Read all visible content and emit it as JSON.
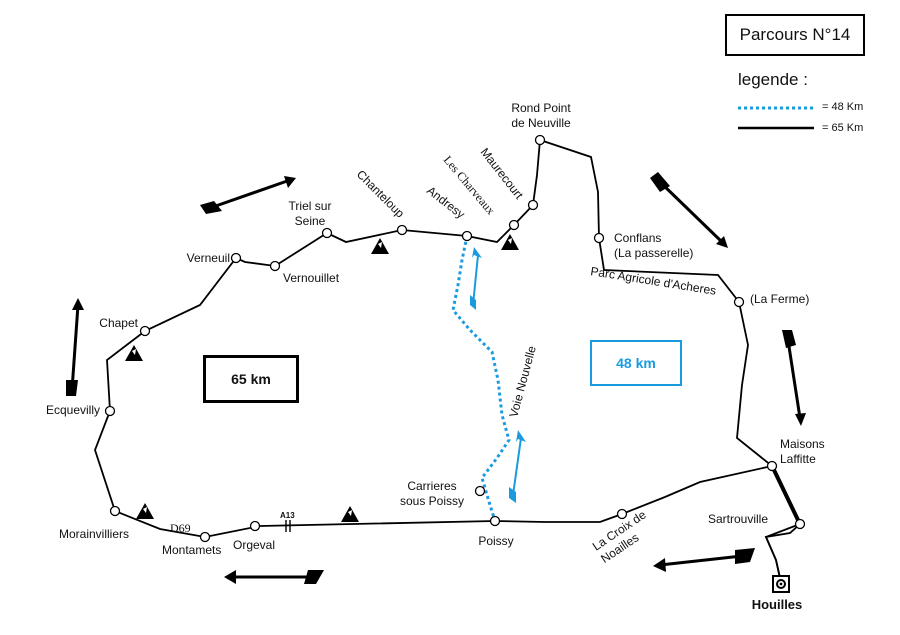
{
  "title": "Parcours N°14",
  "legend": {
    "title": "legende :",
    "items": [
      {
        "label": "= 48 Km",
        "color": "#1a9be0",
        "style": "dotted"
      },
      {
        "label": "= 65 Km",
        "color": "#000000",
        "style": "solid"
      }
    ]
  },
  "boxes": {
    "route_65": "65 km",
    "route_48": "48 km"
  },
  "places": [
    {
      "id": "rond-point",
      "lines": [
        "Rond Point",
        "de Neuville"
      ]
    },
    {
      "id": "maurecourt",
      "lines": [
        "Maurecourt"
      ]
    },
    {
      "id": "les-charveaux",
      "lines": [
        "Les Charveaux"
      ]
    },
    {
      "id": "andresy",
      "lines": [
        "Andresy"
      ]
    },
    {
      "id": "chanteloup",
      "lines": [
        "Chanteloup"
      ]
    },
    {
      "id": "triel",
      "lines": [
        "Triel sur",
        "Seine"
      ]
    },
    {
      "id": "verneuil",
      "lines": [
        "Verneuil"
      ]
    },
    {
      "id": "vernouillet",
      "lines": [
        "Vernouillet"
      ]
    },
    {
      "id": "chapet",
      "lines": [
        "Chapet"
      ]
    },
    {
      "id": "ecquevilly",
      "lines": [
        "Ecquevilly"
      ]
    },
    {
      "id": "morainvilliers",
      "lines": [
        "Morainvilliers"
      ]
    },
    {
      "id": "d69",
      "lines": [
        "D69"
      ]
    },
    {
      "id": "montamets",
      "lines": [
        "Montamets"
      ]
    },
    {
      "id": "orgeval",
      "lines": [
        "Orgeval"
      ]
    },
    {
      "id": "a13",
      "lines": [
        "A13"
      ]
    },
    {
      "id": "poissy",
      "lines": [
        "Poissy"
      ]
    },
    {
      "id": "carrieres",
      "lines": [
        "Carrieres",
        "sous Poissy"
      ]
    },
    {
      "id": "voie-nouvelle",
      "lines": [
        "Voie Nouvelle"
      ]
    },
    {
      "id": "la-croix",
      "lines": [
        "La Croix de",
        "Noailles"
      ]
    },
    {
      "id": "sartrouville",
      "lines": [
        "Sartrouville"
      ]
    },
    {
      "id": "maisons-laffitte",
      "lines": [
        "Maisons",
        "Laffitte"
      ]
    },
    {
      "id": "la-ferme",
      "lines": [
        "(La Ferme)"
      ]
    },
    {
      "id": "parc-agricole",
      "lines": [
        "Parc Agricole d'Acheres"
      ]
    },
    {
      "id": "conflans",
      "lines": [
        "Conflans",
        "(La passerelle)"
      ]
    },
    {
      "id": "houilles",
      "lines": [
        "Houilles"
      ]
    }
  ]
}
